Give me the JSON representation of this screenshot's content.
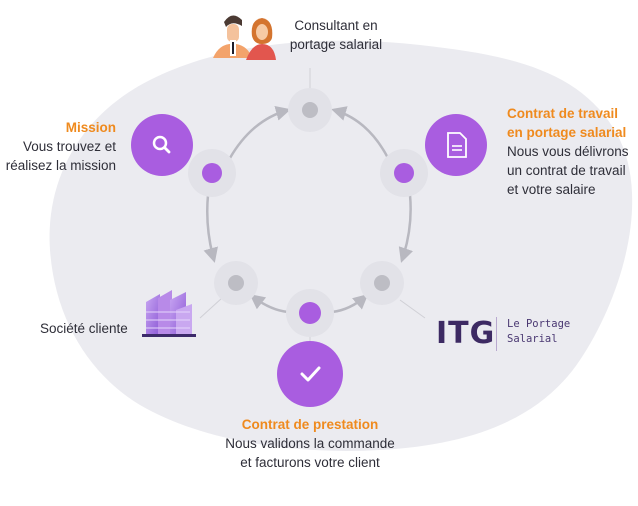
{
  "consultant_label": [
    "Consultant en",
    "portage salarial"
  ],
  "mission": {
    "title": "Mission",
    "desc": [
      "Vous trouvez et",
      "réalisez la mission"
    ]
  },
  "contrat_travail": {
    "title": [
      "Contrat de travail",
      "en portage salarial"
    ],
    "desc": [
      "Nous vous délivrons",
      "un contrat de travail",
      "et votre salaire"
    ]
  },
  "societe_cliente": "Société cliente",
  "brand": {
    "logo_text": "ITG",
    "tagline": [
      "Le Portage",
      "Salarial"
    ]
  },
  "contrat_prestation": {
    "title": "Contrat de prestation",
    "desc": [
      "Nous validons la commande",
      "et facturons votre client"
    ]
  },
  "colors": {
    "accent_purple": "#a95de0",
    "accent_orange": "#ef8a1e",
    "blob_grey": "#ebebf0",
    "node_grey": "#bdbdc4",
    "halo": "#e2e2e8",
    "brand_dark": "#3d2a63"
  },
  "icons": {
    "mission": "search-icon",
    "contrat_travail": "document-icon",
    "contrat_prestation": "checkmark-icon",
    "societe": "building-icon",
    "consultant": "people-icon"
  }
}
